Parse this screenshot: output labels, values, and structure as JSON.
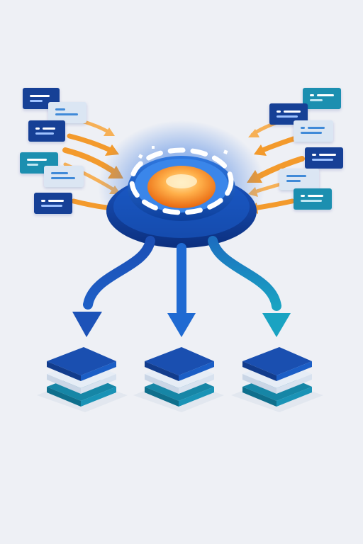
{
  "colors": {
    "background": "#eef0f5",
    "card_navy": "#123f96",
    "card_teal": "#1a8fb0",
    "card_light": "#dbe6f3",
    "arrow_orange": "#f39a2c",
    "hub_blue": "#1552b8",
    "core_orange": "#f57f1c",
    "stack_blue": "#1a4fb0",
    "stack_teal": "#1686a6",
    "stack_light": "#e6edf6"
  },
  "icons": {
    "message_card": "message-card-icon",
    "hub": "hub-processor-icon",
    "data_stack": "data-stack-icon"
  },
  "flow": {
    "input_count_left": 6,
    "input_count_right": 6,
    "output_count": 3
  }
}
